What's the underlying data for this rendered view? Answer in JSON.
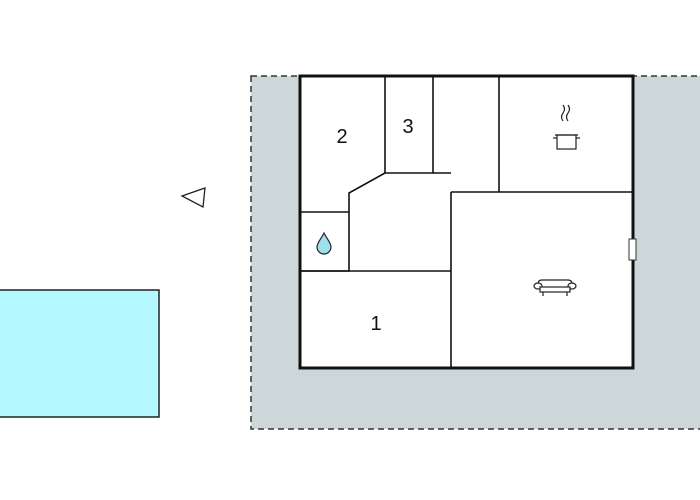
{
  "floorplan": {
    "rooms": [
      {
        "id": "bedroom-1",
        "label": "1"
      },
      {
        "id": "bedroom-2",
        "label": "2"
      },
      {
        "id": "bedroom-3",
        "label": "3"
      }
    ],
    "icons": {
      "kitchen": "cooking-pot-icon",
      "bathroom": "water-drop-icon",
      "living": "sofa-icon",
      "compass": "north-arrow-icon"
    },
    "colors": {
      "terrace": "#cdd6d9",
      "pool": "#b3f7ff",
      "walls": "#111111",
      "drop": "#9fe0ee"
    }
  }
}
